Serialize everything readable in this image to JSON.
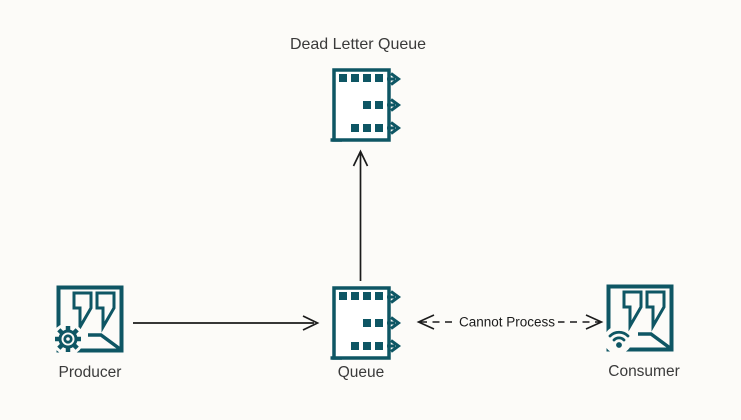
{
  "diagram": {
    "background_color": "#fcfbf8",
    "accent_color": "#0e5664",
    "arrow_color": "#1b1b1b",
    "label_color": "#3a3a3a",
    "nodes": [
      {
        "id": "dead-letter-queue",
        "label": "Dead Letter Queue",
        "icon": "message-queue-icon"
      },
      {
        "id": "producer",
        "label": "Producer",
        "icon": "producer-chat-gear-icon"
      },
      {
        "id": "queue",
        "label": "Queue",
        "icon": "message-queue-icon"
      },
      {
        "id": "consumer",
        "label": "Consumer",
        "icon": "consumer-chat-wifi-icon"
      }
    ],
    "edges": [
      {
        "from": "Producer",
        "to": "Queue",
        "style": "solid",
        "direction": "forward",
        "label": ""
      },
      {
        "from": "Queue",
        "to": "Dead Letter Queue",
        "style": "solid",
        "direction": "forward",
        "label": ""
      },
      {
        "from": "Queue",
        "to": "Consumer",
        "style": "dashed",
        "direction": "both",
        "label": "Cannot Process"
      }
    ]
  }
}
